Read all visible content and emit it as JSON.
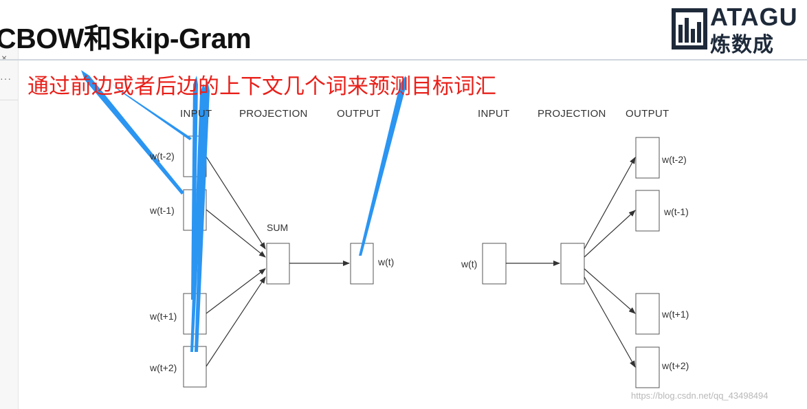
{
  "slide": {
    "title": "CBOW和Skip-Gram",
    "annotation": "通过前边或者后边的上下文几个词来预测目标词汇",
    "logo_top": "ATAGU",
    "logo_bottom": "炼数成",
    "watermark": "https://blog.csdn.net/qq_43498494",
    "sidebar_close": "×",
    "sidebar_more": "···"
  },
  "cbow": {
    "headers": {
      "input": "INPUT",
      "projection": "PROJECTION",
      "output": "OUTPUT"
    },
    "inputs": [
      "w(t-2)",
      "w(t-1)",
      "w(t+1)",
      "w(t+2)"
    ],
    "sum_label": "SUM",
    "output": "w(t)"
  },
  "skipgram": {
    "headers": {
      "input": "INPUT",
      "projection": "PROJECTION",
      "output": "OUTPUT"
    },
    "input": "w(t)",
    "outputs": [
      "w(t-2)",
      "w(t-1)",
      "w(t+1)",
      "w(t+2)"
    ]
  },
  "colors": {
    "annotation": "#e8201a",
    "highlight_arrow": "#2b95f2",
    "diagram_stroke": "#333333"
  }
}
